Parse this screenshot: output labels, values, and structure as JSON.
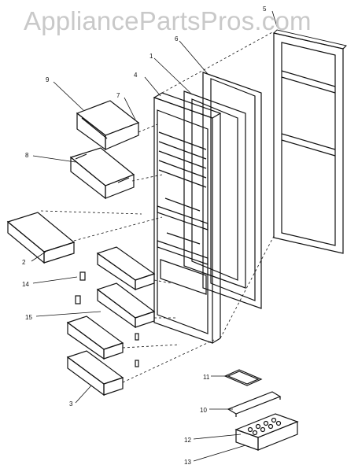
{
  "watermark": "AppliancePartsPros.com",
  "callouts": [
    "1",
    "2",
    "3",
    "4",
    "5",
    "6",
    "7",
    "8",
    "9",
    "10",
    "11",
    "12",
    "13",
    "14",
    "15"
  ]
}
